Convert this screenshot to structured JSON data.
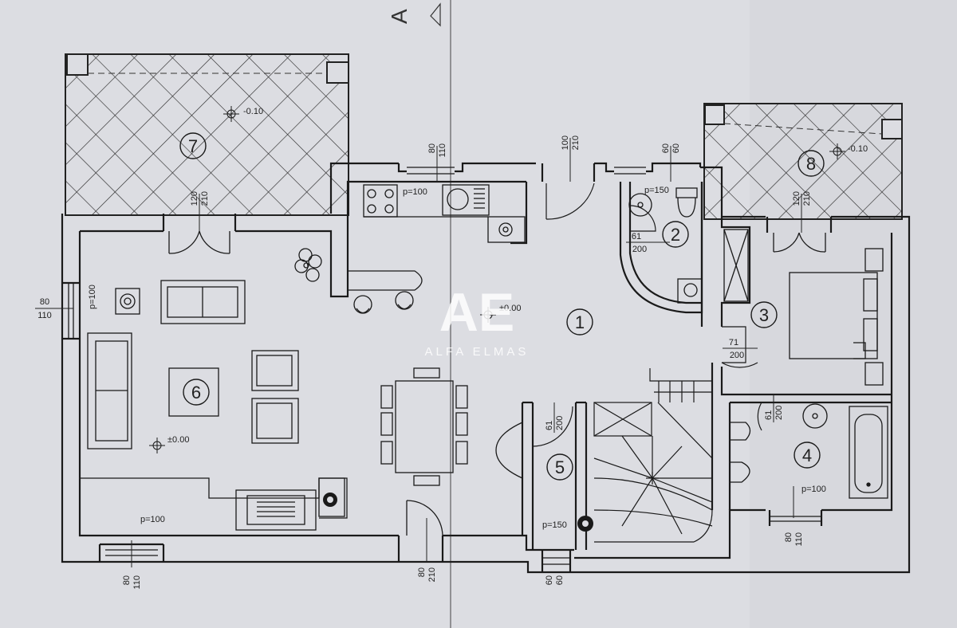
{
  "marker": {
    "letter": "A"
  },
  "watermark": {
    "logo": "AE",
    "text": "ALFA ELMAS"
  },
  "rooms": [
    {
      "id": "1",
      "label": "1"
    },
    {
      "id": "2",
      "label": "2"
    },
    {
      "id": "3",
      "label": "3"
    },
    {
      "id": "4",
      "label": "4"
    },
    {
      "id": "5",
      "label": "5"
    },
    {
      "id": "6",
      "label": "6"
    },
    {
      "id": "7",
      "label": "7"
    },
    {
      "id": "8",
      "label": "8"
    }
  ],
  "levels": [
    {
      "id": "terrace-left",
      "text": "-0.10"
    },
    {
      "id": "terrace-right",
      "text": "-0.10"
    },
    {
      "id": "hall",
      "text": "±0.00"
    },
    {
      "id": "living",
      "text": "±0.00"
    }
  ],
  "dimensions": [
    {
      "id": "win-kitchen",
      "top": "80",
      "bottom": "110"
    },
    {
      "id": "door-hall-top",
      "top": "100",
      "bottom": "210"
    },
    {
      "id": "win-wc-top",
      "top": "60",
      "bottom": "60"
    },
    {
      "id": "door-terrace-left",
      "top": "120",
      "bottom": "210"
    },
    {
      "id": "door-terrace-right",
      "top": "120",
      "bottom": "210"
    },
    {
      "id": "win-living-left",
      "top": "80",
      "bottom": "110"
    },
    {
      "id": "door-wc",
      "top": "61",
      "bottom": "200"
    },
    {
      "id": "door-bedroom",
      "top": "71",
      "bottom": "200"
    },
    {
      "id": "door-bath",
      "top": "61",
      "bottom": "200"
    },
    {
      "id": "door-storage",
      "top": "61",
      "bottom": "200"
    },
    {
      "id": "win-living-bottom",
      "top": "80",
      "bottom": "110"
    },
    {
      "id": "door-entry",
      "top": "80",
      "bottom": "210"
    },
    {
      "id": "win-storage-bottom",
      "top": "60",
      "bottom": "60"
    },
    {
      "id": "win-bath-bottom",
      "top": "80",
      "bottom": "110"
    }
  ],
  "parapets": [
    {
      "id": "kitchen",
      "text": "p=100"
    },
    {
      "id": "wc",
      "text": "p=150"
    },
    {
      "id": "living-left",
      "text": "p=100"
    },
    {
      "id": "living-bottom",
      "text": "p=100"
    },
    {
      "id": "storage",
      "text": "p=150"
    },
    {
      "id": "bath",
      "text": "p=100"
    }
  ]
}
